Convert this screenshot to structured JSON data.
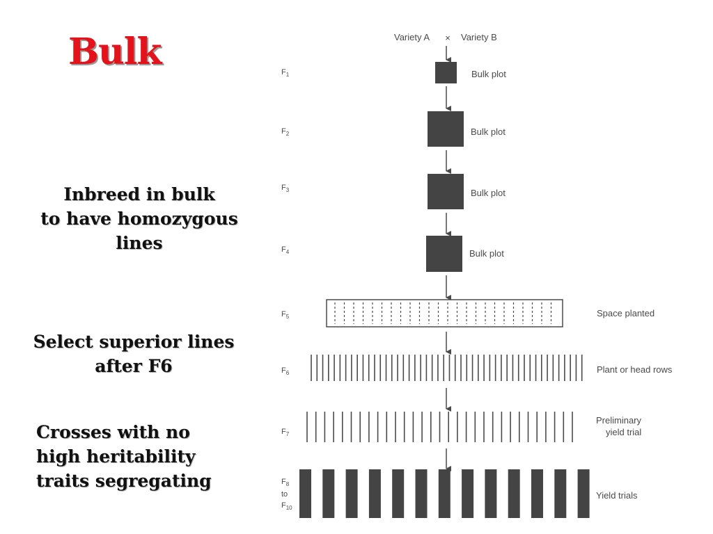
{
  "title": "Bulk",
  "notes": {
    "inbreed": [
      "Inbreed in bulk",
      "to have homozygous",
      "lines"
    ],
    "select": [
      "Select superior lines",
      "after F6"
    ],
    "crosses": [
      "Crosses with no",
      "high heritability",
      "traits segregating"
    ]
  },
  "diagram": {
    "cross": {
      "parent_a": "Variety A",
      "symbol": "×",
      "parent_b": "Variety B"
    },
    "generations": [
      {
        "gen": "F",
        "sub": "1",
        "label": [
          "Bulk plot"
        ]
      },
      {
        "gen": "F",
        "sub": "2",
        "label": [
          "Bulk plot"
        ]
      },
      {
        "gen": "F",
        "sub": "3",
        "label": [
          "Bulk plot"
        ]
      },
      {
        "gen": "F",
        "sub": "4",
        "label": [
          "Bulk plot"
        ]
      },
      {
        "gen": "F",
        "sub": "5",
        "label": [
          "Space planted"
        ]
      },
      {
        "gen": "F",
        "sub": "6",
        "label": [
          "Plant or head rows"
        ]
      },
      {
        "gen": "F",
        "sub": "7",
        "label": [
          "Preliminary",
          "yield trial"
        ]
      },
      {
        "gen_lines": [
          "F",
          "to",
          "F"
        ],
        "subs": [
          "8",
          "",
          "10"
        ],
        "label": [
          "Yield trials"
        ]
      }
    ],
    "colors": {
      "plot": "#444444",
      "line": "#4a4a4a",
      "text": "#4a4a4a"
    }
  }
}
